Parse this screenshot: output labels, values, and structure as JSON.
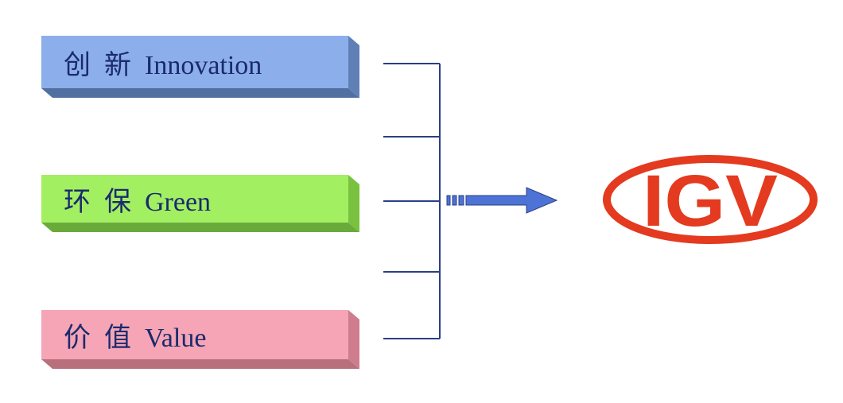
{
  "items": [
    {
      "label": "创  新  Innovation",
      "color": "#8caeea",
      "side": "#5f7fb6",
      "bottom": "#3f5f98"
    },
    {
      "label": "环  保  Green",
      "color": "#a2ef62",
      "side": "#79c23f",
      "bottom": "#5aa126"
    },
    {
      "label": "价  值  Value",
      "color": "#f5a5b5",
      "side": "#cf7d8e",
      "bottom": "#b0606f"
    }
  ],
  "logo": {
    "text": "IGV",
    "color": "#e43a1f"
  },
  "colors": {
    "connector": "#2b3f86",
    "arrow": "#4d73d6"
  }
}
